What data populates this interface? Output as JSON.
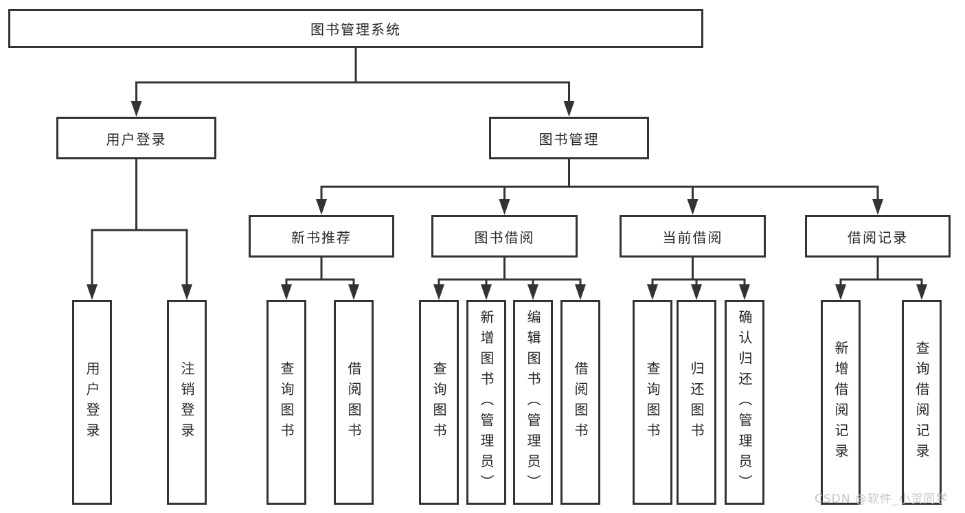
{
  "diagram": {
    "type": "hierarchy-tree",
    "title": "图书管理系统"
  },
  "colors": {
    "line": "#333333",
    "box_border": "#333333",
    "box_background": "#ffffff",
    "text": "#262626",
    "watermark": "#c3c3c3",
    "page_background": "#ffffff"
  },
  "tree": {
    "root": {
      "label": "图书管理系统",
      "children": [
        {
          "label": "用户登录",
          "children": [
            {
              "label": "用户登录"
            },
            {
              "label": "注销登录"
            }
          ]
        },
        {
          "label": "图书管理",
          "children": [
            {
              "label": "新书推荐",
              "children": [
                {
                  "label": "查询图书"
                },
                {
                  "label": "借阅图书"
                }
              ]
            },
            {
              "label": "图书借阅",
              "children": [
                {
                  "label": "查询图书"
                },
                {
                  "label": "新增图书（管理员）"
                },
                {
                  "label": "编辑图书（管理员）"
                },
                {
                  "label": "借阅图书"
                }
              ]
            },
            {
              "label": "当前借阅",
              "children": [
                {
                  "label": "查询图书"
                },
                {
                  "label": "归还图书"
                },
                {
                  "label": "确认归还（管理员）"
                }
              ]
            },
            {
              "label": "借阅记录",
              "children": [
                {
                  "label": "新增借阅记录"
                },
                {
                  "label": "查询借阅记录"
                }
              ]
            }
          ]
        }
      ]
    }
  },
  "watermark": {
    "text": "CSDN @软件_小贺同学"
  }
}
